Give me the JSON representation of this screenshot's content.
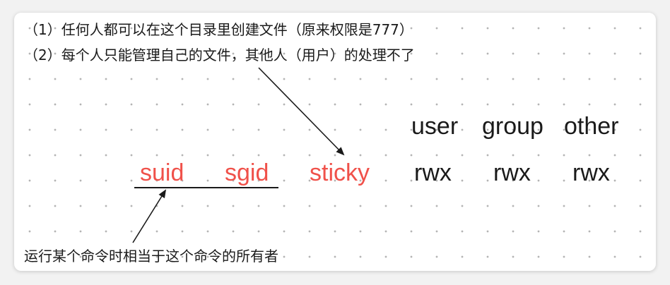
{
  "notes": {
    "line1": "（1）任何人都可以在这个目录里创建文件（原来权限是777）",
    "line2": "（2）每个人只能管理自己的文件，其他人（用户）的处理不了",
    "bottom": "运行某个命令时相当于这个命令的所有者"
  },
  "special_bits": {
    "suid": "suid",
    "sgid": "sgid",
    "sticky": "sticky"
  },
  "columns": {
    "user": "user",
    "group": "group",
    "other": "other"
  },
  "perms": {
    "user": "rwx",
    "group": "rwx",
    "other": "rwx"
  },
  "colors": {
    "special": "#f0514a",
    "text": "#1a1a1a"
  }
}
